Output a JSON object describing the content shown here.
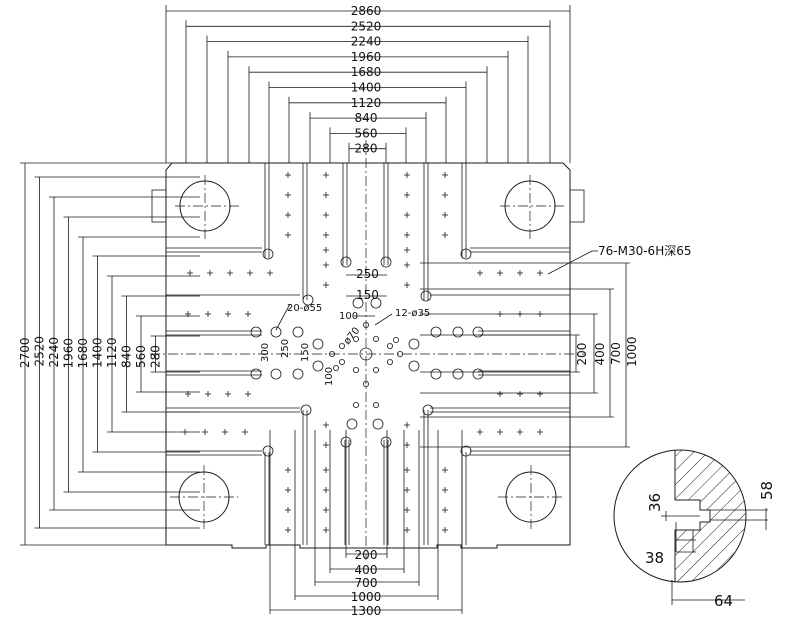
{
  "top_dims": [
    "2860",
    "2520",
    "2240",
    "1960",
    "1680",
    "1400",
    "1120",
    "840",
    "560",
    "280"
  ],
  "left_dims": [
    "2700",
    "2520",
    "2240",
    "1960",
    "1680",
    "1400",
    "1120",
    "840",
    "560",
    "280"
  ],
  "right_dims": [
    "200",
    "400",
    "700",
    "1000"
  ],
  "bottom_dims": [
    "200",
    "400",
    "700",
    "1000",
    "1300"
  ],
  "inner": {
    "d250": "250",
    "d150": "150",
    "d100a": "100",
    "d20": "20-ø55",
    "d12": "12-ø35",
    "d300": "300",
    "d250v": "250",
    "d150v": "150",
    "d100v": "100",
    "d70": "ø70"
  },
  "callout": "76-M30-6H深65",
  "detail": {
    "d36": "36",
    "d38": "38",
    "d58": "58",
    "d64": "64"
  }
}
